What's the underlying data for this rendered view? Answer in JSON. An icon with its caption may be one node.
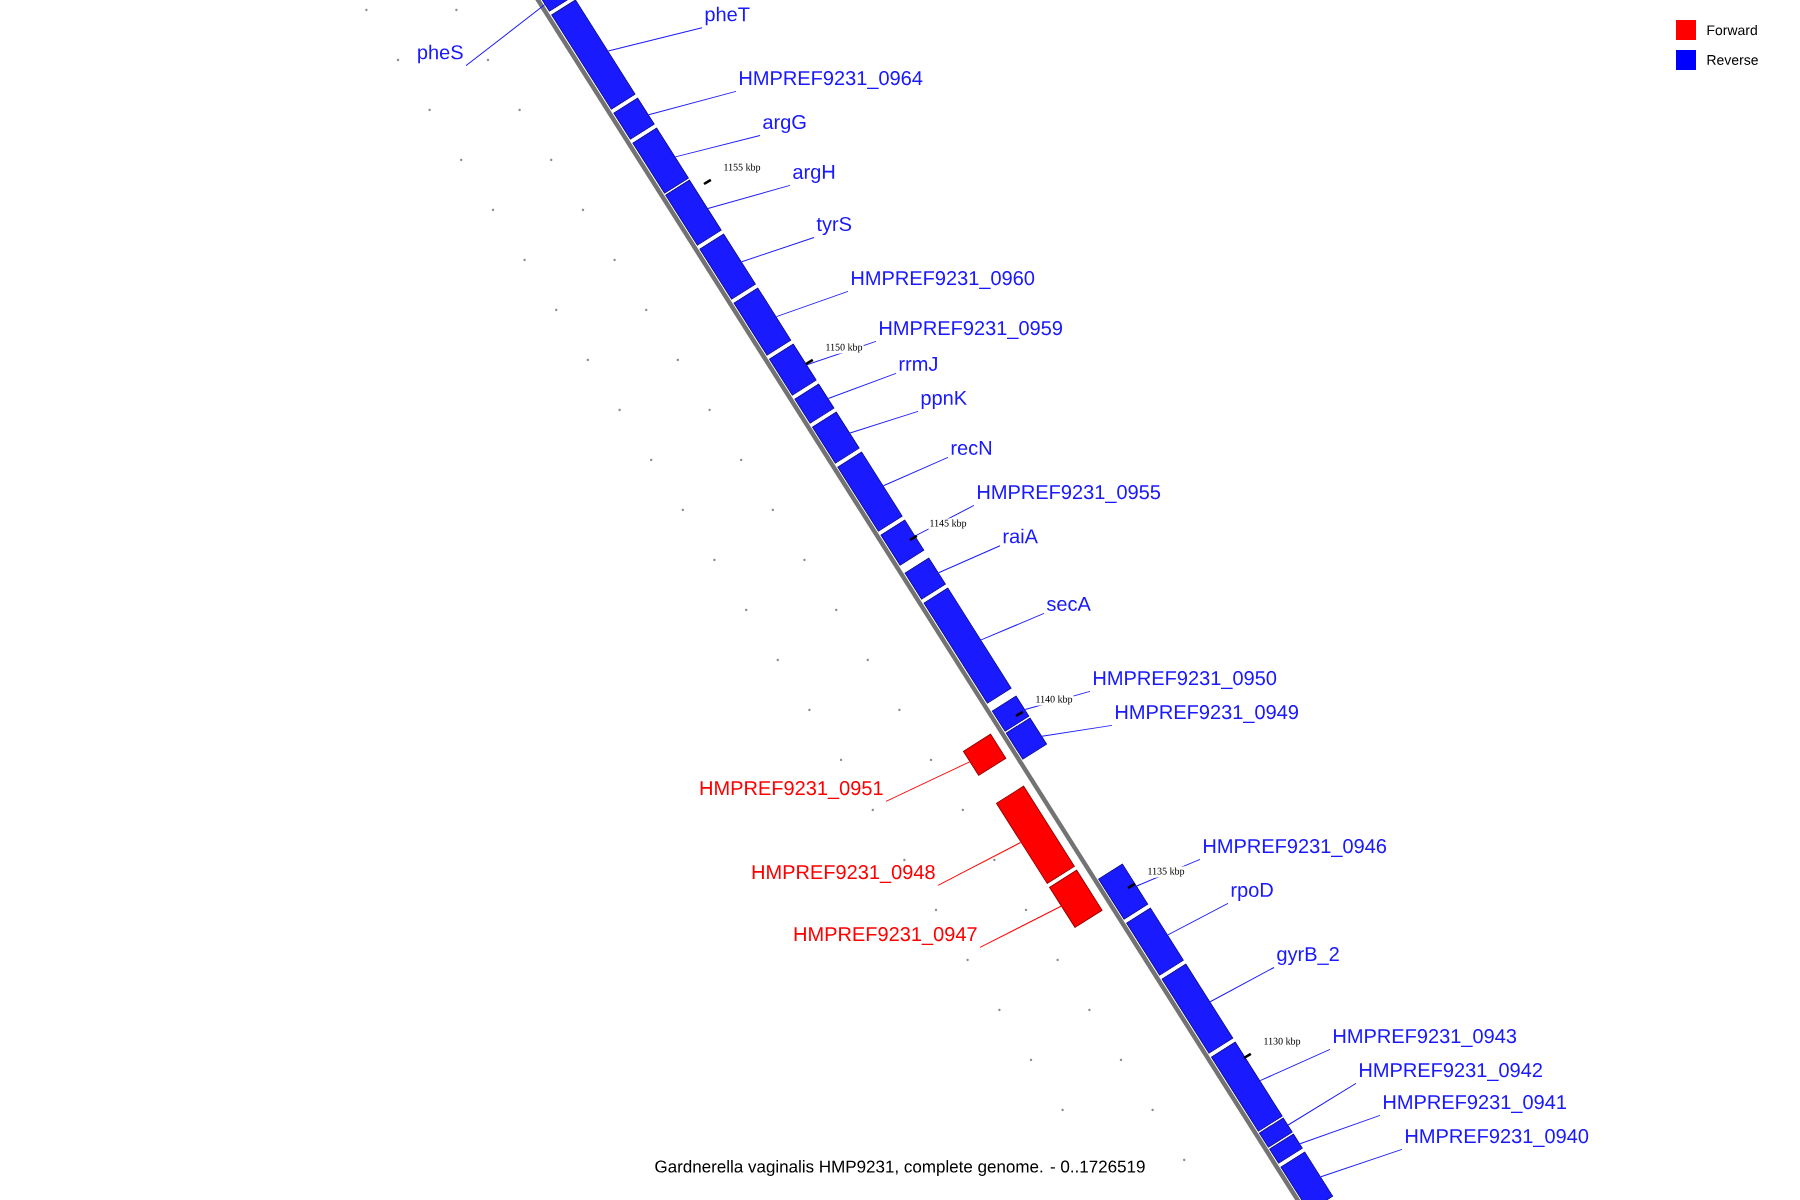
{
  "diagram": {
    "caption": "Gardnerella vaginalis HMP9231, complete genome. - 0..1726519",
    "nodes": [
      {
        "text": [],
        "shape": "bar"
      },
      {
        "text": [
          "pheS"
        ]
      },
      {
        "text": [],
        "shape": "bar"
      },
      {
        "text": [
          "pheT"
        ]
      },
      {
        "text": [],
        "shape": "bar"
      },
      {
        "text": [
          "HMPREF9231_0964"
        ]
      },
      {
        "text": [],
        "shape": "bar"
      },
      {
        "text": [
          "argG"
        ]
      },
      {
        "text": [],
        "shape": "bar"
      },
      {
        "text": [
          "argH"
        ]
      },
      {
        "text": [],
        "shape": "bar"
      },
      {
        "text": [
          "tyrS"
        ]
      },
      {
        "text": [],
        "shape": "bar"
      },
      {
        "text": [
          "HMPREF9231_0960"
        ]
      },
      {
        "text": [],
        "shape": "bar"
      },
      {
        "text": [
          "HMPREF9231_0959"
        ]
      },
      {
        "text": [],
        "shape": "bar"
      },
      {
        "text": [
          "rrmJ"
        ]
      },
      {
        "text": [],
        "shape": "bar"
      },
      {
        "text": [
          "ppnK"
        ]
      },
      {
        "text": [],
        "shape": "bar"
      },
      {
        "text": [
          "recN"
        ]
      },
      {
        "text": [],
        "shape": "bar"
      },
      {
        "text": [
          "HMPREF9231_0955"
        ]
      },
      {
        "text": [],
        "shape": "bar"
      },
      {
        "text": [
          "raiA"
        ]
      },
      {
        "text": [],
        "shape": "bar"
      },
      {
        "text": [
          "secA"
        ]
      },
      {
        "text": [],
        "shape": "bar"
      },
      {
        "text": [
          "HMPREF9231_0950"
        ]
      },
      {
        "text": [],
        "shape": "bar"
      },
      {
        "text": [
          "HMPREF9231_0949"
        ]
      },
      {
        "text": [],
        "shape": "bar"
      },
      {
        "text": [
          "HMPREF9231_0951"
        ]
      },
      {
        "text": [],
        "shape": "bar"
      },
      {
        "text": [
          "HMPREF9231_0948"
        ]
      },
      {
        "text": [],
        "shape": "bar"
      },
      {
        "text": [
          "HMPREF9231_0947"
        ]
      },
      {
        "text": [],
        "shape": "bar"
      },
      {
        "text": [
          "HMPREF9231_0946"
        ]
      },
      {
        "text": [],
        "shape": "bar"
      },
      {
        "text": [
          "rpoD"
        ]
      },
      {
        "text": [],
        "shape": "bar"
      },
      {
        "text": [
          "gyrB_2"
        ]
      },
      {
        "text": [],
        "shape": "bar"
      },
      {
        "text": [
          "HMPREF9231_0943"
        ]
      },
      {
        "text": [],
        "shape": "bar"
      },
      {
        "text": [
          "HMPREF9231_0942"
        ]
      },
      {
        "text": [],
        "shape": "bar"
      },
      {
        "text": [
          "HMPREF9231_0941"
        ]
      },
      {
        "text": [],
        "shape": "bar"
      },
      {
        "text": [
          "HMPREF9231_0940"
        ]
      }
    ],
    "edges": [
      {
        "from": 1,
        "to": 0,
        "arrow": "none"
      },
      {
        "from": 3,
        "to": 2,
        "arrow": "none"
      },
      {
        "from": 5,
        "to": 4,
        "arrow": "none"
      },
      {
        "from": 7,
        "to": 6,
        "arrow": "none"
      },
      {
        "from": 9,
        "to": 8,
        "arrow": "none"
      },
      {
        "from": 11,
        "to": 10,
        "arrow": "none"
      },
      {
        "from": 13,
        "to": 12,
        "arrow": "none"
      },
      {
        "from": 15,
        "to": 14,
        "arrow": "none"
      },
      {
        "from": 17,
        "to": 16,
        "arrow": "none"
      },
      {
        "from": 19,
        "to": 18,
        "arrow": "none"
      },
      {
        "from": 21,
        "to": 20,
        "arrow": "none"
      },
      {
        "from": 23,
        "to": 22,
        "arrow": "none"
      },
      {
        "from": 25,
        "to": 24,
        "arrow": "none"
      },
      {
        "from": 27,
        "to": 26,
        "arrow": "none"
      },
      {
        "from": 29,
        "to": 28,
        "arrow": "none"
      },
      {
        "from": 31,
        "to": 30,
        "arrow": "none"
      },
      {
        "from": 33,
        "to": 32,
        "arrow": "none",
        "color": "#ff0000"
      },
      {
        "from": 35,
        "to": 34,
        "arrow": "none",
        "color": "#ff0000"
      },
      {
        "from": 37,
        "to": 36,
        "arrow": "none",
        "color": "#ff0000"
      },
      {
        "from": 39,
        "to": 38,
        "arrow": "none"
      },
      {
        "from": 41,
        "to": 40,
        "arrow": "none"
      },
      {
        "from": 43,
        "to": 42,
        "arrow": "none"
      },
      {
        "from": 45,
        "to": 44,
        "arrow": "none"
      },
      {
        "from": 47,
        "to": 46,
        "arrow": "none"
      },
      {
        "from": 49,
        "to": 48,
        "arrow": "none"
      },
      {
        "from": 51,
        "to": 50,
        "arrow": "none"
      }
    ],
    "labels": [
      "1155 kbp",
      "1150 kbp",
      "1145 kbp",
      "1140 kbp",
      "1135 kbp",
      "1130 kbp"
    ],
    "legend": [
      {
        "text": "Forward",
        "color": "#ff0000"
      },
      {
        "text": "Reverse",
        "color": "#0000ff"
      }
    ]
  }
}
